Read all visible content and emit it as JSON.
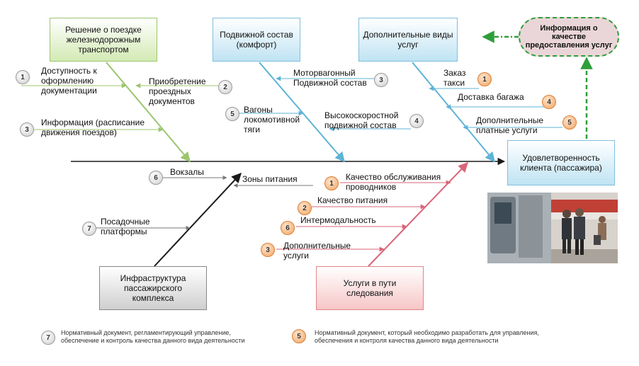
{
  "categories": {
    "rail": "Решение о поездке железнодорожным транспортом",
    "rolling": "Подвижной состав (комфорт)",
    "additional": "Дополнительные виды услуг",
    "infrastructure": "Инфраструктура пассажирского комплекса",
    "services": "Услуги в пути следования"
  },
  "effect": "Удовлетворенность клиента (пассажира)",
  "info_box": "Информация о качестве предоставления услуг",
  "causes": [
    {
      "n": "1",
      "label": "Доступность к оформлению документации",
      "color": "grey"
    },
    {
      "n": "2",
      "label": "Приобретение проездных документов",
      "color": "grey"
    },
    {
      "n": "3",
      "label": "Информация (расписание движения поездов)",
      "color": "grey"
    },
    {
      "n": "3",
      "label": "Моторвагонный Подвижной состав",
      "color": "grey"
    },
    {
      "n": "5",
      "label": "Вагоны локомотивной тяги",
      "color": "grey"
    },
    {
      "n": "4",
      "label": "Высокоскоростной подвижной состав",
      "color": "grey"
    },
    {
      "n": "1",
      "label": "Заказ такси",
      "color": "orange"
    },
    {
      "n": "4",
      "label": "Доставка багажа",
      "color": "orange"
    },
    {
      "n": "5",
      "label": "Дополнительные платные услуги",
      "color": "orange"
    },
    {
      "n": "6",
      "label": "Вокзалы",
      "color": "grey"
    },
    {
      "n": "",
      "label": "Зоны питания",
      "color": ""
    },
    {
      "n": "7",
      "label": "Посадочные платформы",
      "color": "grey"
    },
    {
      "n": "1",
      "label": "Качество обслуживания проводников",
      "color": "orange"
    },
    {
      "n": "2",
      "label": "Качество питания",
      "color": "orange"
    },
    {
      "n": "6",
      "label": "Интермодальность",
      "color": "orange"
    },
    {
      "n": "3",
      "label": "Дополнительные услуги",
      "color": "orange"
    }
  ],
  "legend": [
    {
      "n": "7",
      "text1": "Нормативный документ, регламентирующий управление,",
      "text2": "обеспечение и контроль качества данного вида деятельности"
    },
    {
      "n": "5",
      "text1": "Нормативный документ, который необходимо разработать для управления,",
      "text2": "обеспечения и контроля качества данного вида деятельности"
    }
  ],
  "colors": {
    "spine": "#1a1a1a",
    "rail_bone": "#9cc56e",
    "roll_bone": "#5fb3d6",
    "srv_bone": "#d9667a",
    "info_arrow": "#2e9e3a"
  }
}
